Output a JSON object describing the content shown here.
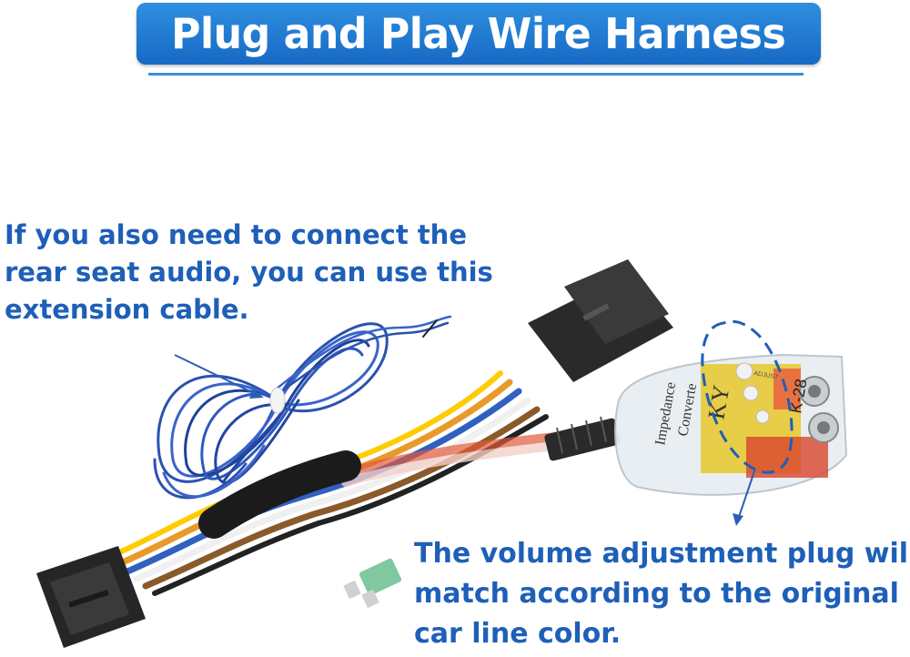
{
  "header": {
    "title": "Plug and Play Wire Harness"
  },
  "callouts": {
    "extension": {
      "lines": [
        "If you also need to connect the",
        "rear seat audio, you can use this",
        "extension cable."
      ]
    },
    "volume": {
      "lines": [
        "The volume adjustment plug will",
        "match according to the original",
        "car line color."
      ]
    }
  },
  "converter": {
    "label_line1": "Impedance",
    "label_line2": "Converte",
    "brand": "KY",
    "model": "K-28",
    "adjust": "ADJUST"
  },
  "colors": {
    "banner": "#1f78d1",
    "callout_text": "#1e5fb8",
    "cable_blue": "#2b52b0",
    "converter_red": "#d8452c"
  },
  "icons": [
    "fuse-icon",
    "arrow-icon"
  ]
}
